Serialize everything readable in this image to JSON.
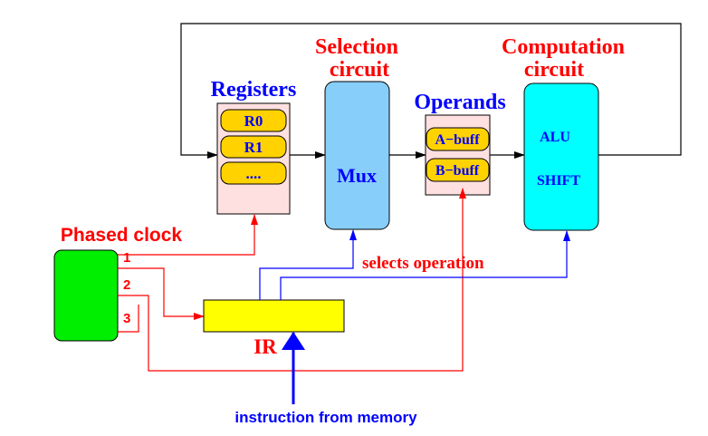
{
  "labels": {
    "selection": [
      "Selection",
      "circuit"
    ],
    "computation": [
      "Computation",
      "circuit"
    ],
    "registers": "Registers",
    "operands": "Operands",
    "phased_clock": "Phased clock",
    "selects_operation": "selects operation",
    "ir": "IR",
    "instruction_from_memory": "instruction from memory"
  },
  "registers": [
    "R0",
    "R1",
    "...."
  ],
  "mux": "Mux",
  "buffers": [
    "A−buff",
    "B−buff"
  ],
  "alu": [
    "ALU",
    "SHIFT"
  ],
  "clock_phases": [
    "1",
    "2",
    "3"
  ],
  "colors": {
    "label_red": "#ff0000",
    "label_blue": "#0000ff",
    "wire_dark": "#000000",
    "wire_red": "#ff0000",
    "wire_blue": "#0000ff",
    "register_panel": "#ffe0e0",
    "register_cell": "#ffd200",
    "mux_fill": "#87cefa",
    "alu_fill": "#00ffff",
    "clock_fill": "#00ee00",
    "ir_fill": "#ffff00"
  }
}
